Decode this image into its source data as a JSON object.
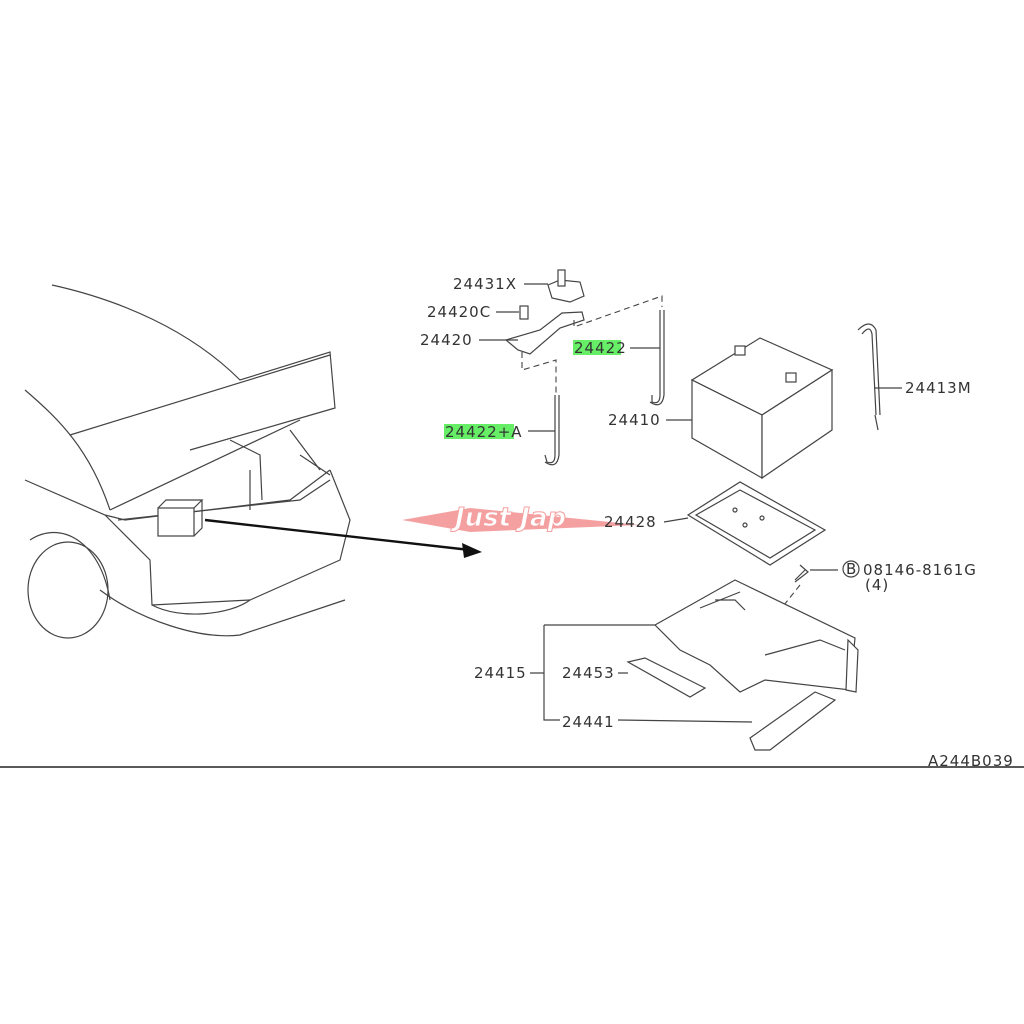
{
  "diagram": {
    "code": "A244B039",
    "watermark": "Just Jap",
    "colors": {
      "highlight": "#66ee66",
      "watermark": "#f4a0a0",
      "line": "#444444"
    },
    "labels": {
      "clamp_top": "24431X",
      "nut": "24420C",
      "frame": "24420",
      "rod_right_hl": "2442",
      "rod_right_rest": "2",
      "rod_left_hl": "24422+",
      "rod_left_rest": "A",
      "battery": "24410",
      "hose": "24413M",
      "tray": "24428",
      "bolt_marker": "B",
      "bolt": "08146-8161G",
      "bolt_qty": "(4)",
      "bracket": "24415",
      "bracket_sub1": "24453",
      "bracket_sub2": "24441"
    }
  }
}
